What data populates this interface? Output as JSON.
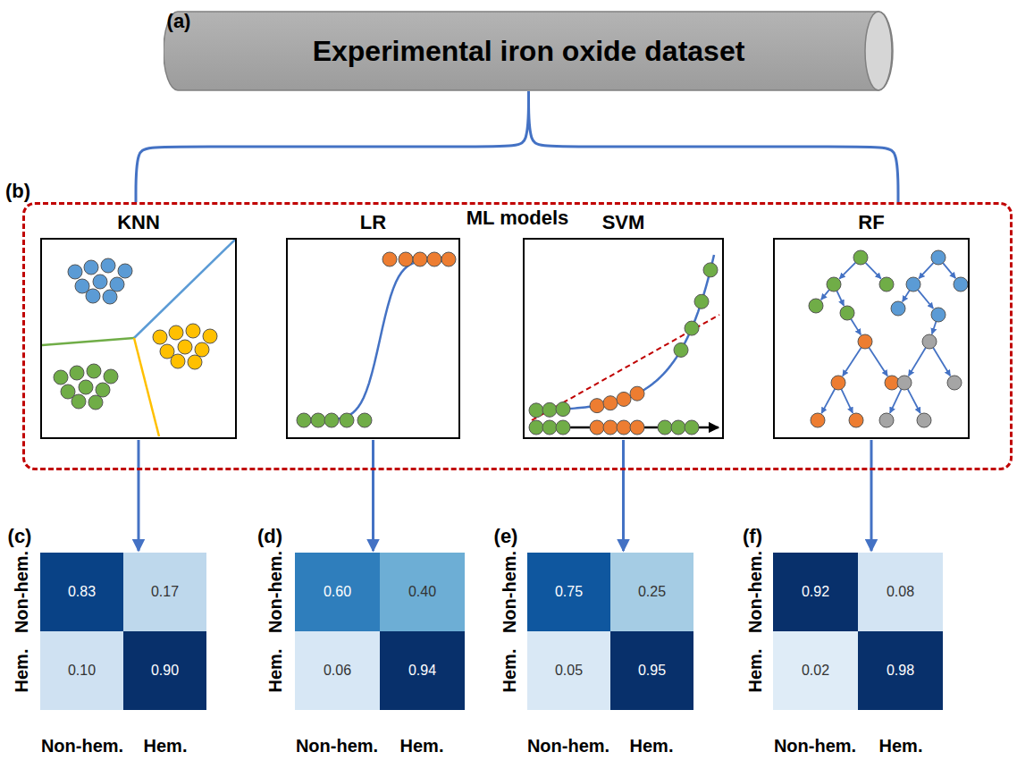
{
  "diagram": {
    "nodes": [
      {
        "text": [
          "Experimental iron oxide dataset"
        ]
      },
      {
        "text": [
          "ML models"
        ]
      },
      {
        "text": [
          "KNN"
        ],
        "in": 1
      },
      {
        "text": [
          "LR"
        ],
        "in": 1
      },
      {
        "text": [
          "SVM"
        ],
        "in": 1
      },
      {
        "text": [
          "RF"
        ],
        "in": 1
      },
      {
        "text": [
          "0.83",
          "0.17",
          "0.10",
          "0.90"
        ]
      },
      {
        "text": [
          "0.60",
          "0.40",
          "0.06",
          "0.94"
        ]
      },
      {
        "text": [
          "0.75",
          "0.25",
          "0.05",
          "0.95"
        ]
      },
      {
        "text": [
          "0.92",
          "0.08",
          "0.02",
          "0.98"
        ]
      }
    ],
    "edges": [
      {
        "from": 0,
        "to": 1,
        "arrow": "none"
      },
      {
        "from": 2,
        "to": 6,
        "arrow": "to"
      },
      {
        "from": 3,
        "to": 7,
        "arrow": "to"
      },
      {
        "from": 4,
        "to": 8,
        "arrow": "to"
      },
      {
        "from": 5,
        "to": 9,
        "arrow": "to"
      }
    ],
    "labels": [
      "(a)",
      "(b)",
      "(c)",
      "Non-hem.",
      "Hem.",
      "Non-hem.",
      "Hem.",
      "(d)",
      "Non-hem.",
      "Hem.",
      "Non-hem.",
      "Hem.",
      "(e)",
      "Non-hem.",
      "Hem.",
      "Non-hem.",
      "Hem.",
      "(f)",
      "Non-hem.",
      "Hem.",
      "Non-hem.",
      "Hem."
    ]
  }
}
